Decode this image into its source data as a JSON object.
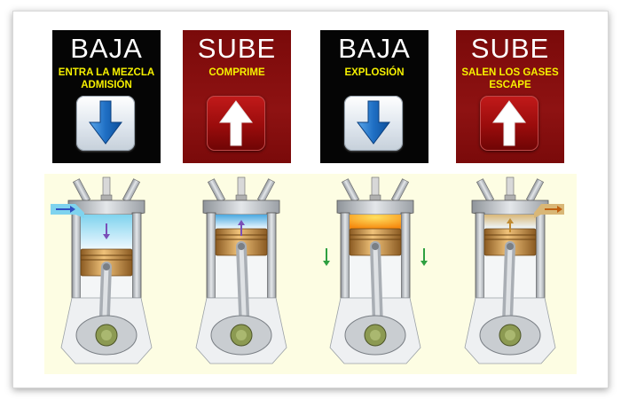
{
  "strokes": [
    {
      "direction": "down",
      "title": "BAJA",
      "subtitle": "ENTRA LA MEZCLA ADMISIÓN",
      "arrow_icon": "arrow-down-icon"
    },
    {
      "direction": "up",
      "title": "SUBE",
      "subtitle": "COMPRIME",
      "arrow_icon": "arrow-up-icon"
    },
    {
      "direction": "down",
      "title": "BAJA",
      "subtitle": "EXPLOSIÓN",
      "arrow_icon": "arrow-down-icon"
    },
    {
      "direction": "up",
      "title": "SUBE",
      "subtitle": "SALEN LOS GASES ESCAPE",
      "arrow_icon": "arrow-up-icon"
    }
  ],
  "colors": {
    "down_panel": "#050505",
    "up_panel": "#8e1212",
    "subtitle_text": "#f6f100",
    "down_arrow": "#1f6fc4",
    "diagram_background": "#fdfde3",
    "intake_mixture": "#7fd3ee",
    "compressed_mixture": "#4aa8e0",
    "explosion": "#f58a10",
    "exhaust_gas": "#d9b777",
    "piston": "#c98a3c"
  },
  "engines": [
    {
      "stage": "intake",
      "chamber_fill": 0.75
    },
    {
      "stage": "compression",
      "chamber_fill": 0.25
    },
    {
      "stage": "power",
      "chamber_fill": 0.25
    },
    {
      "stage": "exhaust",
      "chamber_fill": 0.25
    }
  ]
}
